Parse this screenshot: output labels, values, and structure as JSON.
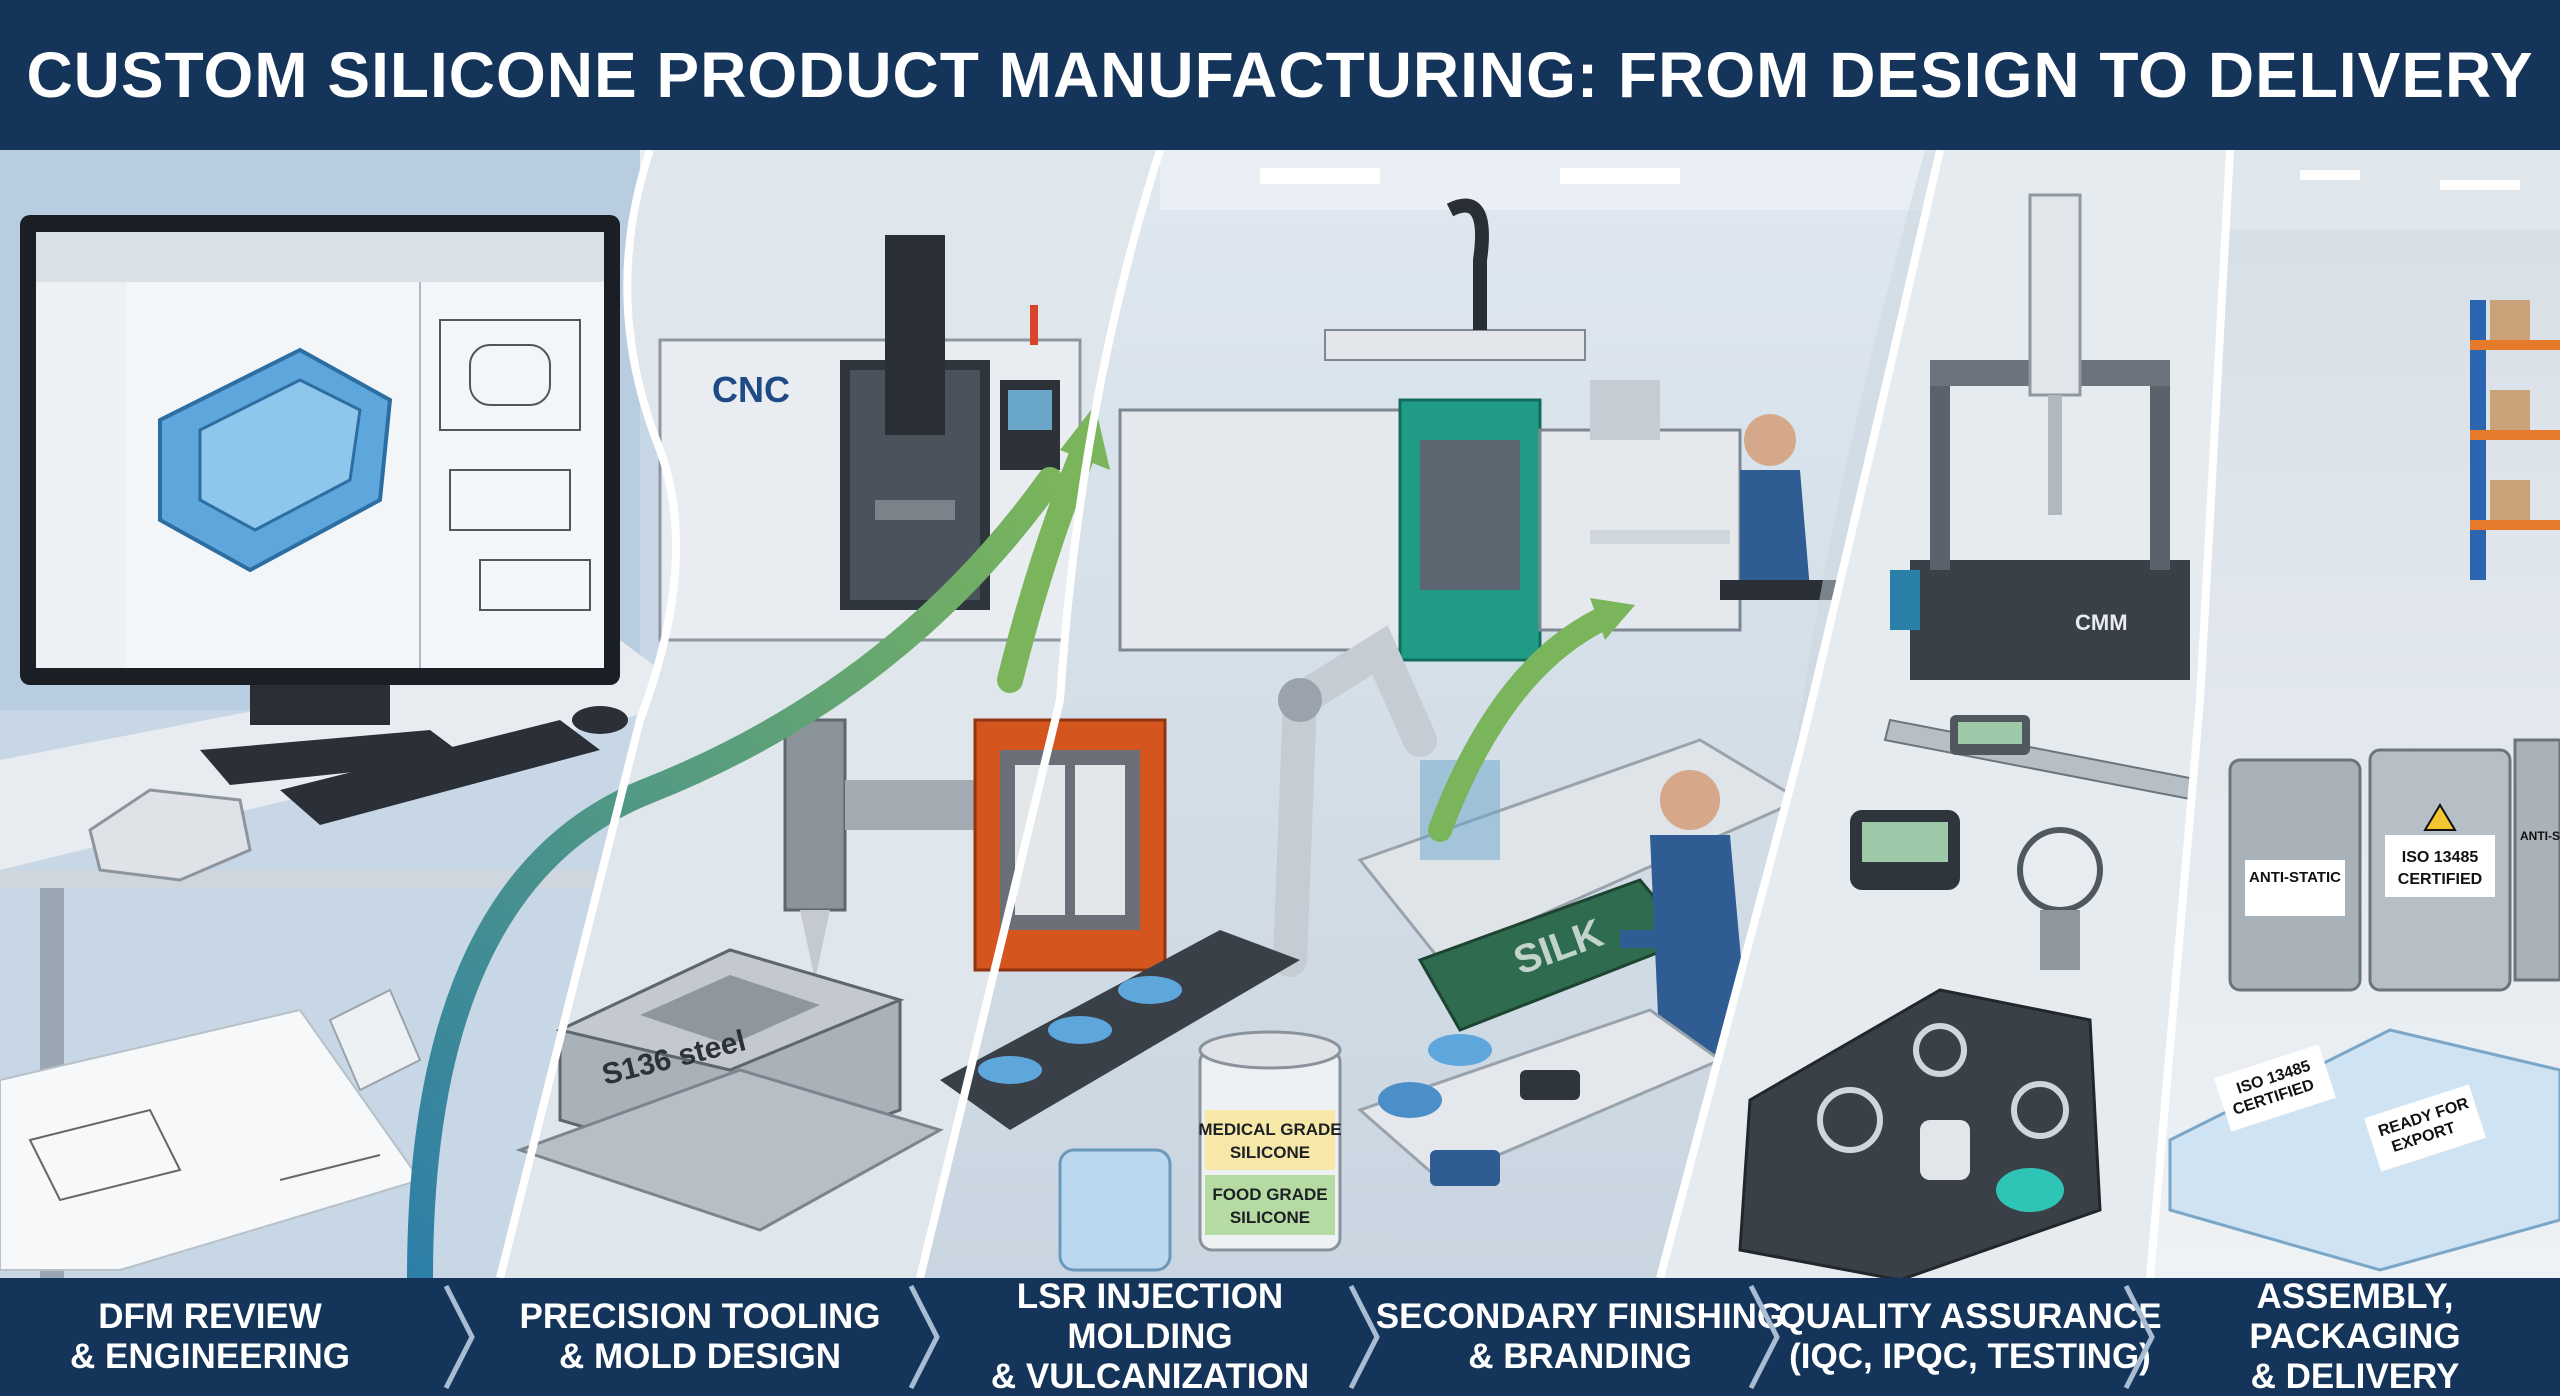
{
  "title": "CUSTOM SILICONE PRODUCT MANUFACTURING: FROM DESIGN TO DELIVERY",
  "steps": [
    {
      "line1": "DFM REVIEW",
      "line2": "& ENGINEERING"
    },
    {
      "line1": "PRECISION TOOLING",
      "line2": "& MOLD DESIGN"
    },
    {
      "line1": "LSR INJECTION MOLDING",
      "line2": "& VULCANIZATION"
    },
    {
      "line1": "SECONDARY FINISHING",
      "line2": "& BRANDING"
    },
    {
      "line1": "QUALITY ASSURANCE",
      "line2": "(IQC, IPQC, TESTING)"
    },
    {
      "line1": "ASSEMBLY, PACKAGING",
      "line2": "& DELIVERY"
    }
  ],
  "labels": {
    "cnc": "CNC",
    "mold_steel": "S136 steel",
    "jar_line1": "MEDICAL GRADE",
    "jar_line2": "SILICONE",
    "jar_line3": "FOOD GRADE",
    "jar_line4": "SILICONE",
    "silk": "SILK",
    "cmm": "CMM",
    "bag1": "ANTI-STATIC",
    "bag2_line1": "ISO 13485",
    "bag2_line2": "CERTIFIED",
    "bag3": "ANTI-STATIC",
    "tray_label1_line1": "ISO 13485",
    "tray_label1_line2": "CERTIFIED",
    "tray_label2_line1": "READY FOR",
    "tray_label2_line2": "EXPORT"
  },
  "colors": {
    "header_bg": "#14345a",
    "arrow_green": "#7ab55c",
    "flow_teal": "#2e7fa8",
    "machine_green": "#1f9b86",
    "mold_orange": "#d4551e"
  }
}
